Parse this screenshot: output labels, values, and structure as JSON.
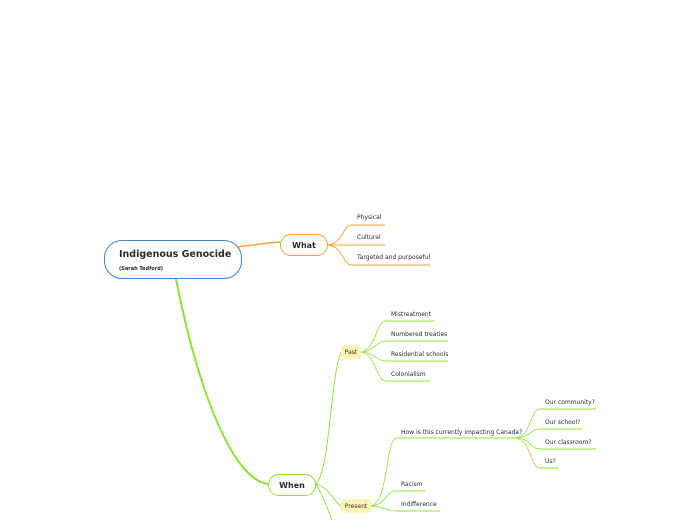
{
  "central": {
    "title": "Indigenous Genocide",
    "subtitle": "(Sarah Tedford)"
  },
  "what": {
    "label": "What",
    "items": [
      "Physical",
      "Cultural",
      "Targeted and purposeful"
    ]
  },
  "when": {
    "label": "When",
    "past": {
      "label": "Past",
      "items": [
        "Mistreatment",
        "Numbered treaties",
        "Residential schools",
        "Colonialism"
      ]
    },
    "present": {
      "label": "Present",
      "question": "How is this currently impacting Canada?",
      "question_items": [
        "Our community?",
        "Our school?",
        "Our  classroom?",
        "Us?"
      ],
      "items": [
        "Racism",
        "Indifference"
      ]
    }
  },
  "colors": {
    "central": "#3b86c8",
    "what": "#f2a33a",
    "when": "#8ce43a",
    "tag": "#fdf3b5"
  }
}
